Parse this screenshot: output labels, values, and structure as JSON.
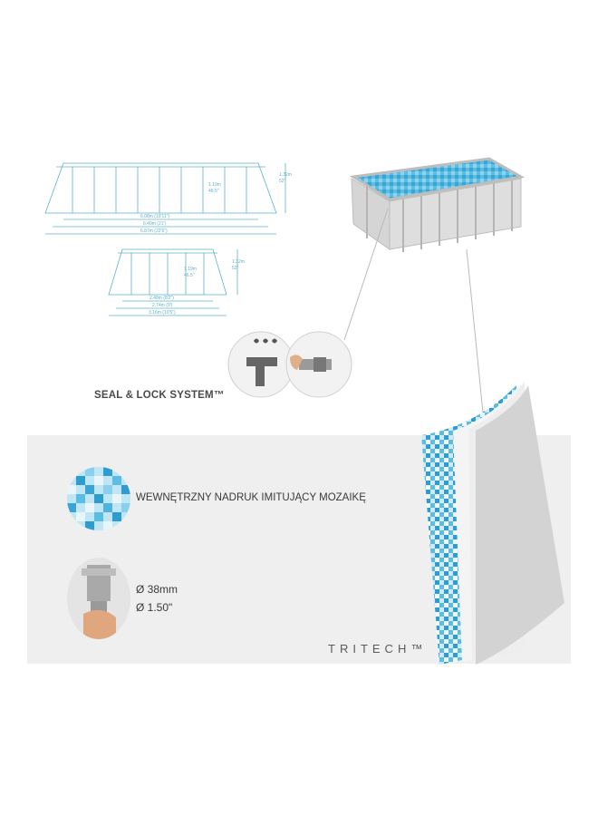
{
  "dimensions": {
    "large_pool": {
      "height_metric": "1.19m",
      "height_imperial": "46.5\"",
      "top_metric": "1.32m",
      "top_imperial": "52\"",
      "width_inner": "6.08m (19'11\")",
      "width_mid": "6.40m (21')",
      "width_outer": "6.87m (22'6\")"
    },
    "small_pool": {
      "height_metric": "1.19m",
      "height_imperial": "46.5\"",
      "top_metric": "1.32m",
      "top_imperial": "52\"",
      "width_inner": "2.48m (8'2\")",
      "width_mid": "2.74m (9')",
      "width_outer": "3.16m (10'5\")"
    }
  },
  "seal_title": "SEAL & LOCK SYSTEM™",
  "features": {
    "mosaic_text": "WEWNĘTRZNY NADRUK IMITUJĄCY MOZAIKĘ",
    "pipe_line1": "Ø 38mm",
    "pipe_line2": "Ø 1.50\""
  },
  "brand": "TRITECH™",
  "colors": {
    "diagram_line": "#5fb0c8",
    "pool_frame": "#c9c9c9",
    "water": "#4fb3dc",
    "band": "#efefef"
  }
}
